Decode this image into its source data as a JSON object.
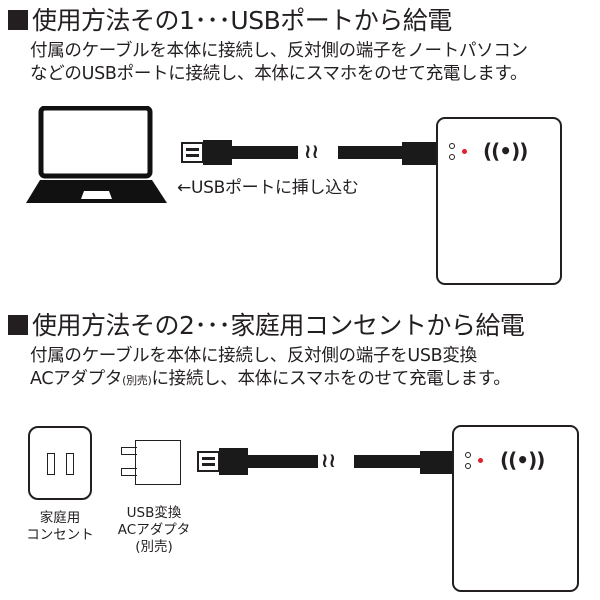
{
  "section1": {
    "heading": "使用方法その1･･･USBポートから給電",
    "desc_line1": "付属のケーブルを本体に接続し、反対側の端子をノートパソコン",
    "desc_line2": "などのUSBポートに接続し、本体にスマホをのせて充電します。",
    "cable_caption": "←USBポートに挿し込む",
    "icons": [
      "laptop-icon",
      "usb-plug-icon",
      "cable-break-icon",
      "charger-pad-icon",
      "wireless-icon"
    ]
  },
  "section2": {
    "heading": "使用方法その2･･･家庭用コンセントから給電",
    "desc_line1": "付属のケーブルを本体に接続し、反対側の端子をUSB変換",
    "desc_line2_a": "ACアダプタ",
    "desc_line2_small": "(別売)",
    "desc_line2_b": "に接続し、本体にスマホをのせて充電します。",
    "outlet_caption_1": "家庭用",
    "outlet_caption_2": "コンセント",
    "adapter_caption_1": "USB変換",
    "adapter_caption_2": "ACアダプタ",
    "adapter_caption_3": "(別売)",
    "icons": [
      "wall-outlet-icon",
      "ac-adapter-icon",
      "usb-plug-icon",
      "cable-break-icon",
      "charger-pad-icon",
      "wireless-icon"
    ]
  },
  "symbols": {
    "squiggle": "≀≀",
    "wireless": "((•))"
  },
  "colors": {
    "text": "#231f20",
    "led": "#e0202a",
    "cable": "#1a1a1a"
  }
}
